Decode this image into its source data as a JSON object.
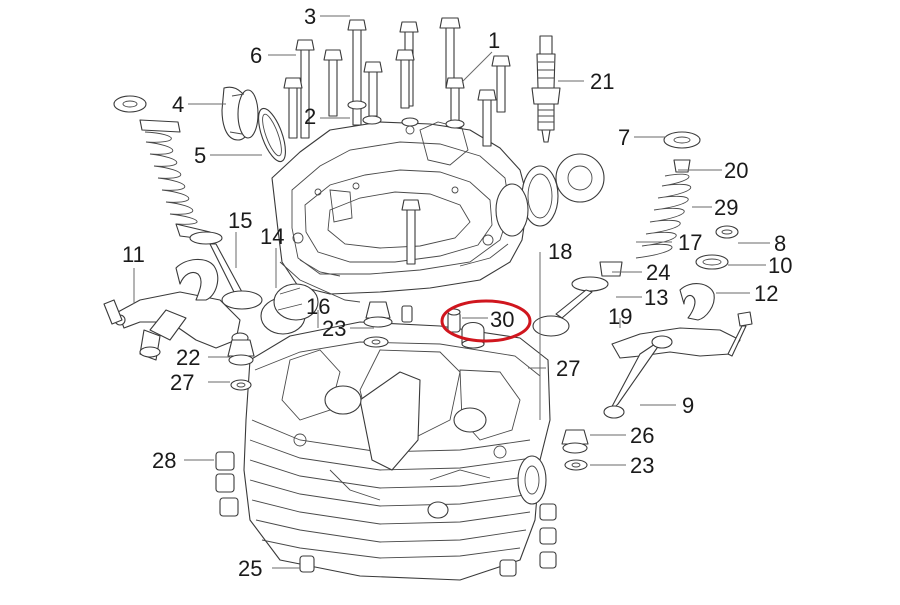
{
  "diagram": {
    "colors": {
      "line": "#3a3a3a",
      "leader": "#6a6a6a",
      "text": "#1a1a1a",
      "highlight": "#d0161e",
      "part_fill": "#ffffff"
    },
    "callouts": [
      {
        "id": "c1",
        "label": "1"
      },
      {
        "id": "c2",
        "label": "2"
      },
      {
        "id": "c3",
        "label": "3"
      },
      {
        "id": "c4",
        "label": "4"
      },
      {
        "id": "c5",
        "label": "5"
      },
      {
        "id": "c6",
        "label": "6"
      },
      {
        "id": "c7",
        "label": "7"
      },
      {
        "id": "c8",
        "label": "8"
      },
      {
        "id": "c9",
        "label": "9"
      },
      {
        "id": "c10",
        "label": "10"
      },
      {
        "id": "c11",
        "label": "11"
      },
      {
        "id": "c12",
        "label": "12"
      },
      {
        "id": "c13",
        "label": "13"
      },
      {
        "id": "c14",
        "label": "14"
      },
      {
        "id": "c15",
        "label": "15"
      },
      {
        "id": "c16",
        "label": "16"
      },
      {
        "id": "c17",
        "label": "17"
      },
      {
        "id": "c18",
        "label": "18"
      },
      {
        "id": "c19",
        "label": "19"
      },
      {
        "id": "c20",
        "label": "20"
      },
      {
        "id": "c21",
        "label": "21"
      },
      {
        "id": "c22",
        "label": "22"
      },
      {
        "id": "c23a",
        "label": "23"
      },
      {
        "id": "c23b",
        "label": "23"
      },
      {
        "id": "c24",
        "label": "24"
      },
      {
        "id": "c25",
        "label": "25"
      },
      {
        "id": "c26",
        "label": "26"
      },
      {
        "id": "c27a",
        "label": "27"
      },
      {
        "id": "c27b",
        "label": "27"
      },
      {
        "id": "c28",
        "label": "28"
      },
      {
        "id": "c29",
        "label": "29"
      },
      {
        "id": "c30",
        "label": "30",
        "highlighted": true
      }
    ]
  }
}
